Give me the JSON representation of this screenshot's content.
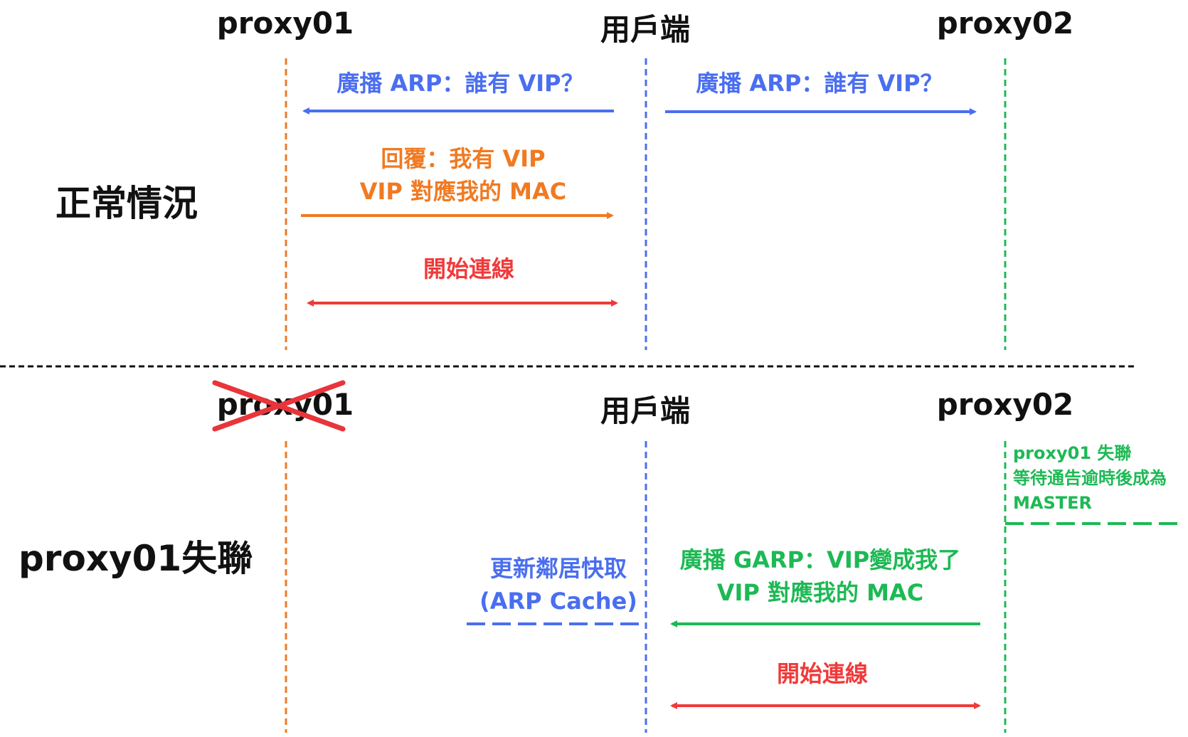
{
  "colors": {
    "proxy01": "#f07a22",
    "client": "#4a6ef0",
    "proxy02": "#1db954",
    "connect": "#f03a3a",
    "divider": "#111111",
    "cross": "#e8353b"
  },
  "top": {
    "section_label": "正常情況",
    "headers": {
      "proxy01": "proxy01",
      "client": "用戶端",
      "proxy02": "proxy02"
    },
    "arp_left": "廣播 ARP：誰有 VIP？",
    "arp_right": "廣播 ARP：誰有 VIP？",
    "reply_line1": "回覆：我有 VIP",
    "reply_line2": "VIP 對應我的 MAC",
    "connect": "開始連線"
  },
  "bottom": {
    "section_label": "proxy01失聯",
    "headers": {
      "proxy01": "proxy01",
      "client": "用戶端",
      "proxy02": "proxy02"
    },
    "proxy02_note": [
      "proxy01 失聯",
      "等待通告逾時後成為",
      "MASTER"
    ],
    "garp_line1": "廣播 GARP：VIP變成我了",
    "garp_line2": "VIP 對應我的 MAC",
    "cache_line1": "更新鄰居快取",
    "cache_line2": "(ARP Cache)",
    "connect": "開始連線"
  }
}
